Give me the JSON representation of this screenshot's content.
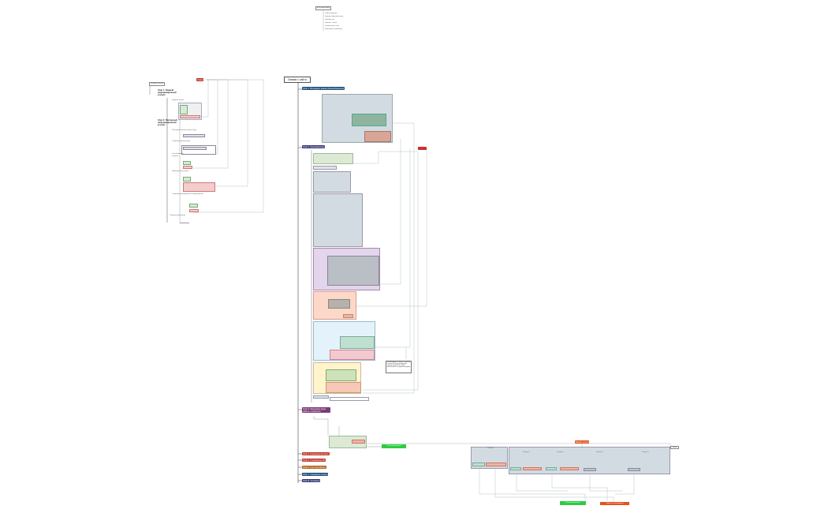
{
  "main": {
    "title": "Заявки с сайта",
    "stages": [
      {
        "label": "Этап 1. Входящая заявка (Неразобранные)",
        "color": "#1f4e79"
      },
      {
        "label": "Этап 2. Квалификация",
        "color": "#3b3b7a"
      },
      {
        "label": "Этап 3. Менеджер ведет работу с клиентом",
        "color": "#7a3b7a"
      },
      {
        "label": "Этап 4. Назначена встреча",
        "color": "#c0392b"
      },
      {
        "label": "Этап 5. Отправлено КП",
        "color": "#c0392b"
      },
      {
        "label": "Этап 6. Счет выставлен",
        "color": "#b5651d"
      },
      {
        "label": "Этап 7. Ожидание оплаты",
        "color": "#1f4e79"
      },
      {
        "label": "Этап 8. Оплачено",
        "color": "#3b3b7a"
      }
    ],
    "note": "Если менеджер не связался с клиентом в течение 15 минут, руководителю приходит уведомление, задача переназначается на другого менеджера",
    "success_label": "Успешно реализовано",
    "fail_label": "Закрыто и не реализовано"
  },
  "left": {
    "title": "Холодные звонки",
    "stages": [
      "Этап 1. Первый информационный контакт",
      "Этап 2. Повторный информационный контакт"
    ],
    "badge": "Отказ",
    "steps": [
      "Первый звонок",
      "Повторный звонок через 3 дня",
      "Отправка презентации",
      "Согласование встречи",
      "Проведение встречи",
      "Отправка коммерческого предложения",
      "Финальный звонок"
    ]
  },
  "top": {
    "title": "Источники заявок",
    "items": [
      "Сайт компании",
      "Форма обратной связи",
      "Онлайн-чат",
      "Звонок с сайта",
      "Социальные сети",
      "Рекламные кампании"
    ]
  },
  "bottom": {
    "badge": "Выбор услуги",
    "end_label": "Конец",
    "groups": [
      "Услуга 1",
      "Услуга 2",
      "Услуга 3",
      "Услуга 4",
      "Услуга 5"
    ]
  }
}
